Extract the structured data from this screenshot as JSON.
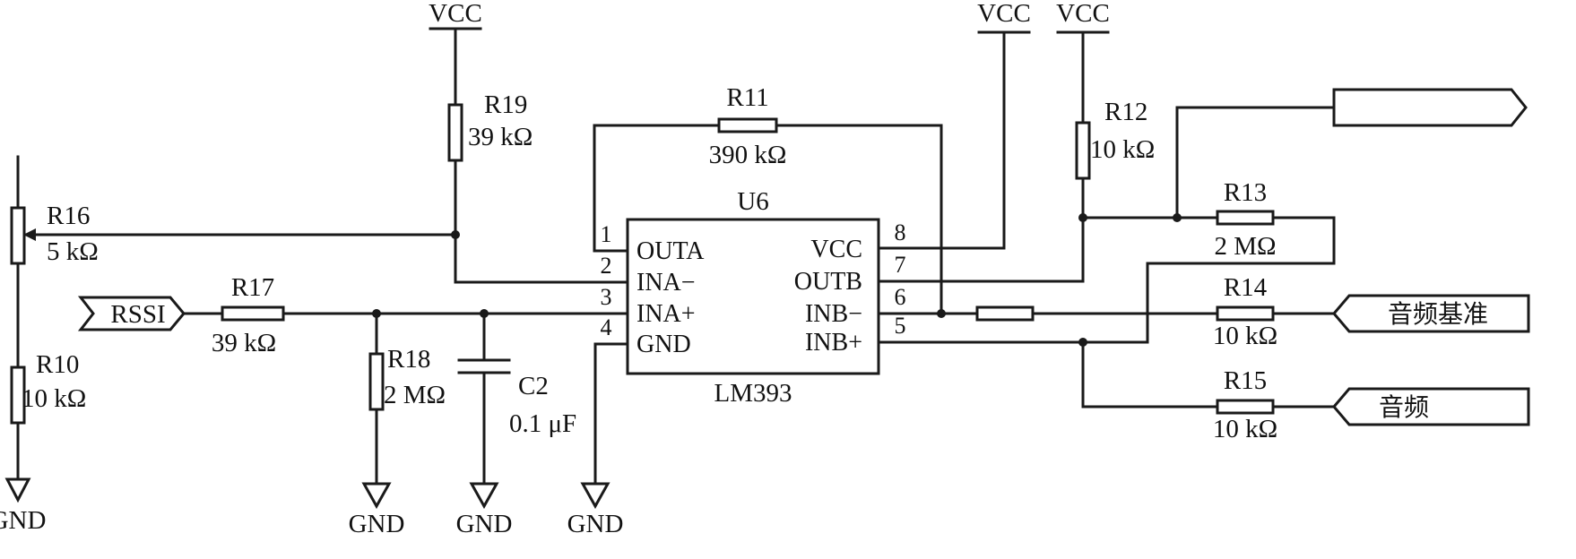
{
  "power": {
    "vcc_r19": "VCC",
    "vcc_u6": "VCC",
    "vcc_r12": "VCC",
    "gnd_r10": "GND",
    "gnd_r18": "GND",
    "gnd_c2": "GND",
    "gnd_u6": "GND"
  },
  "components": {
    "r19": {
      "ref": "R19",
      "value": "39 kΩ"
    },
    "r11": {
      "ref": "R11",
      "value": "390 kΩ"
    },
    "r12": {
      "ref": "R12",
      "value": "10 kΩ"
    },
    "r13": {
      "ref": "R13",
      "value": "2 MΩ"
    },
    "r14": {
      "ref": "R14",
      "value": "10 kΩ"
    },
    "r15": {
      "ref": "R15",
      "value": "10 kΩ"
    },
    "r16": {
      "ref": "R16",
      "value": "5 kΩ"
    },
    "r17": {
      "ref": "R17",
      "value": "39 kΩ"
    },
    "r18": {
      "ref": "R18",
      "value": "2 MΩ"
    },
    "r10": {
      "ref": "R10",
      "value": "10 kΩ"
    },
    "c2": {
      "ref": "C2",
      "value": "0.1 μF"
    }
  },
  "ic": {
    "ref": "U6",
    "part": "LM393",
    "pins": [
      {
        "num": "1",
        "name": "OUTA"
      },
      {
        "num": "2",
        "name": "INA−"
      },
      {
        "num": "3",
        "name": "INA+"
      },
      {
        "num": "4",
        "name": "GND"
      },
      {
        "num": "8",
        "name": "VCC"
      },
      {
        "num": "7",
        "name": "OUTB"
      },
      {
        "num": "6",
        "name": "INB−"
      },
      {
        "num": "5",
        "name": "INB+"
      }
    ]
  },
  "ports": {
    "rssi": "RSSI",
    "audio_ref": "音频基准",
    "audio": "音频",
    "output": ""
  }
}
